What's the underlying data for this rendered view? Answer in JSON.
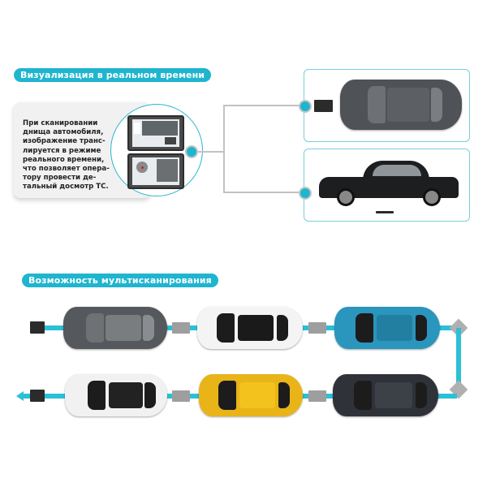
{
  "section1": {
    "title": "Визуализация в реальном времени",
    "description": "При сканировании днища автомобиля, изображение транслируется в режиме реального времени, что позволяет оператору провести детальный досмотр ТС.",
    "description_lines": [
      "При сканировании",
      "днища автомобиля,",
      "изображение транс-",
      "лируется в режиме",
      "реального времени,",
      "что позволяет опера-",
      "тору провести де-",
      "тальный досмотр  ТС."
    ],
    "tablets": [
      {
        "label": "tablet-screen-top-view"
      },
      {
        "label": "tablet-screen-undercarriage"
      }
    ],
    "views": [
      {
        "label": "top-view-car-with-scanner"
      },
      {
        "label": "side-view-car-with-scanner"
      }
    ]
  },
  "section2": {
    "title": "Возможность мультисканирования",
    "row1_cars": [
      {
        "color": "#55585c",
        "roof": "#7a7d80"
      },
      {
        "color": "#f4f4f4",
        "roof": "#1a1a1a"
      },
      {
        "color": "#2a95bd",
        "roof": "#237fa2"
      }
    ],
    "row2_cars": [
      {
        "color": "#f1f1f1",
        "roof": "#222222"
      },
      {
        "color": "#e9b418",
        "roof": "#f4c21d"
      },
      {
        "color": "#2f3339",
        "roof": "#3c4047"
      }
    ]
  },
  "colors": {
    "accent": "#1fb5cf",
    "track": "#2bc0d8",
    "connector": "#c2c2c2",
    "box_border": "#79cfd9",
    "card_bg": "#f1f1f1"
  }
}
